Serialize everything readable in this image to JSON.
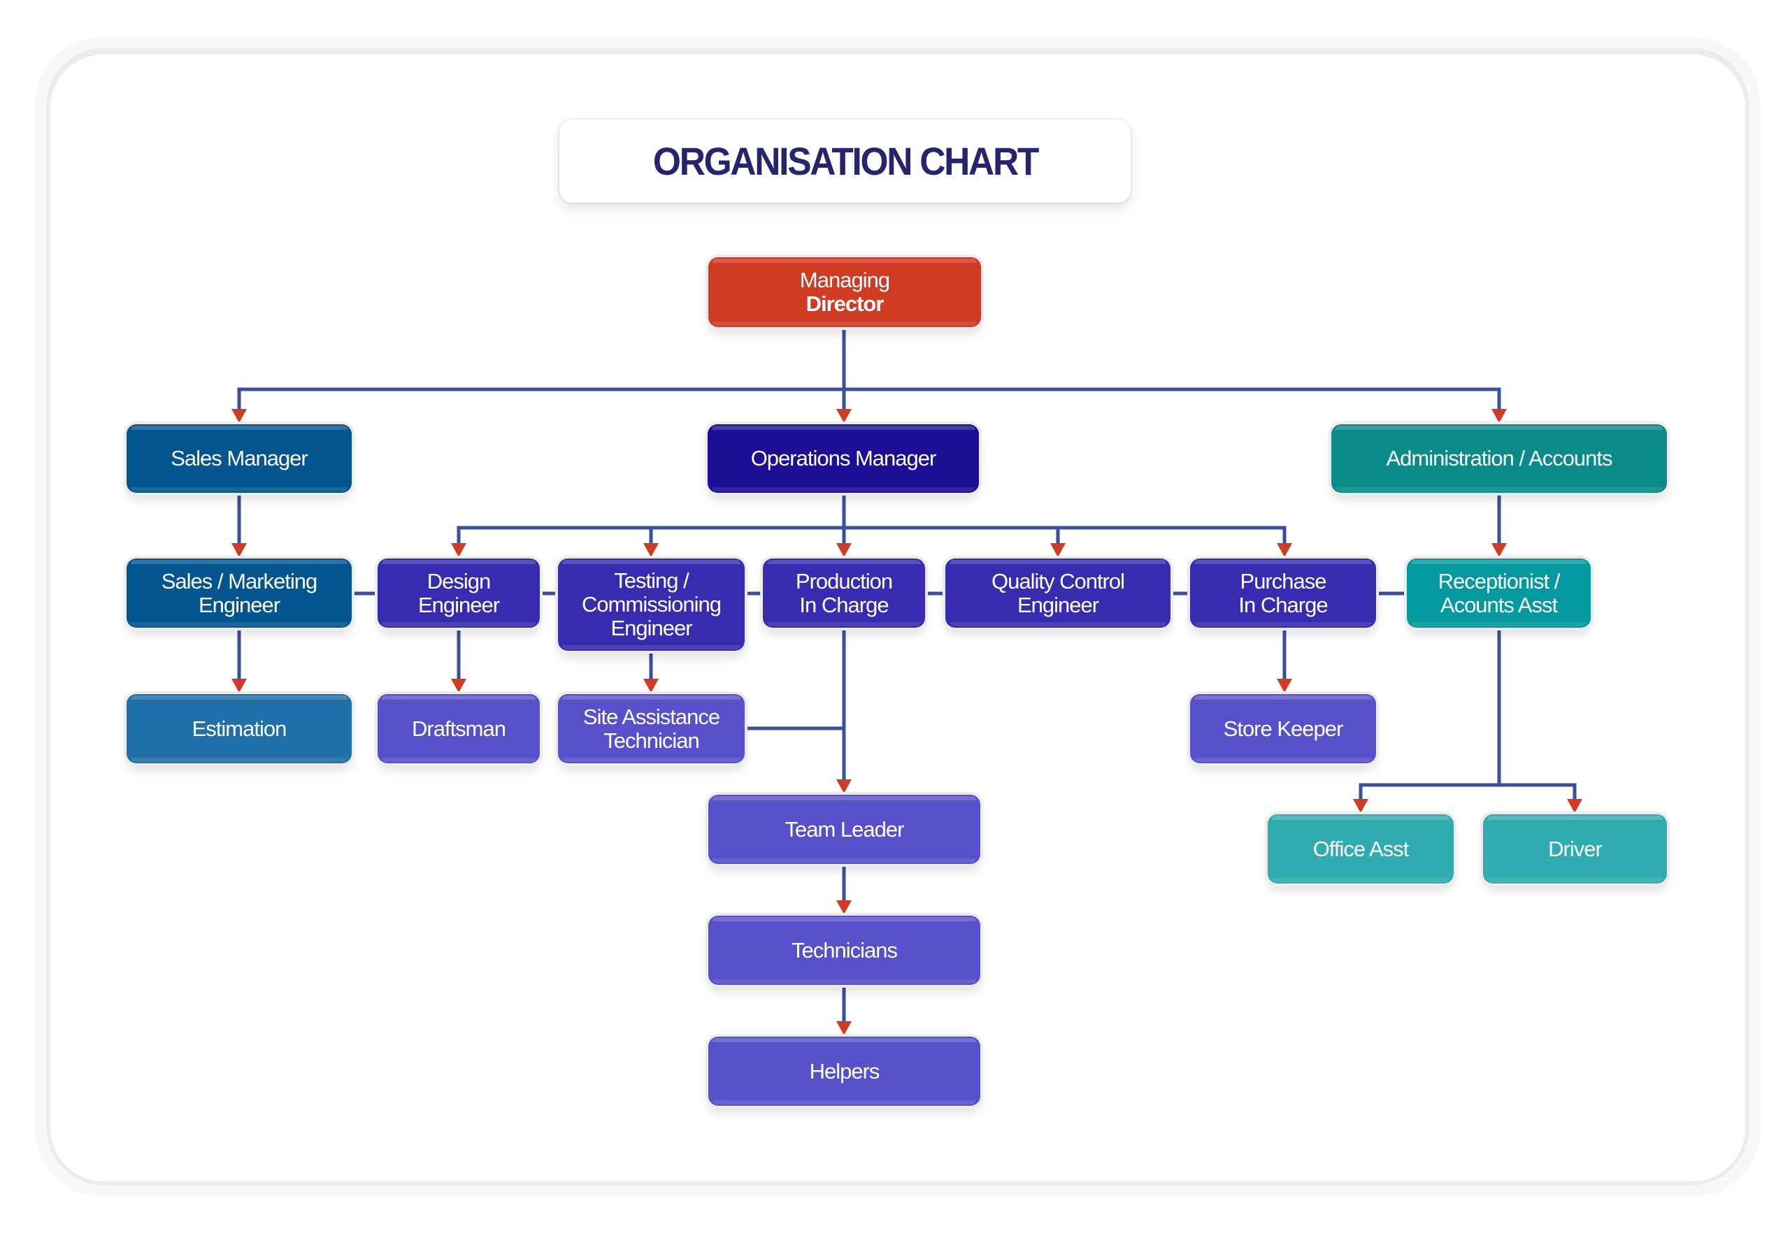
{
  "title": "ORGANISATION CHART",
  "colors": {
    "connector": "#3a4fa0",
    "arrow": "#d03b23",
    "title": "#27246e"
  },
  "nodes": {
    "managing_director": {
      "line1": "Managing",
      "line2": "Director"
    },
    "sales_manager": {
      "label": "Sales Manager"
    },
    "operations_manager": {
      "label": "Operations Manager"
    },
    "administration_accounts": {
      "label": "Administration / Accounts"
    },
    "sales_marketing_engineer": {
      "line1": "Sales / Marketing",
      "line2": "Engineer"
    },
    "design_engineer": {
      "line1": "Design",
      "line2": "Engineer"
    },
    "testing_commissioning_engineer": {
      "line1": "Testing /",
      "line2": "Commissioning",
      "line3": "Engineer"
    },
    "production_in_charge": {
      "line1": "Production",
      "line2": "In Charge"
    },
    "quality_control_engineer": {
      "line1": "Quality Control",
      "line2": "Engineer"
    },
    "purchase_in_charge": {
      "line1": "Purchase",
      "line2": "In Charge"
    },
    "receptionist_accounts_asst": {
      "line1": "Receptionist /",
      "line2": "Acounts Asst"
    },
    "estimation": {
      "label": "Estimation"
    },
    "draftsman": {
      "label": "Draftsman"
    },
    "site_assistance_technician": {
      "line1": "Site Assistance",
      "line2": "Technician"
    },
    "store_keeper": {
      "label": "Store Keeper"
    },
    "team_leader": {
      "label": "Team Leader"
    },
    "technicians": {
      "label": "Technicians"
    },
    "helpers": {
      "label": "Helpers"
    },
    "office_asst": {
      "label": "Office Asst"
    },
    "driver": {
      "label": "Driver"
    }
  },
  "edges": [
    {
      "from": "Managing Director",
      "to": "Sales Manager"
    },
    {
      "from": "Managing Director",
      "to": "Operations Manager"
    },
    {
      "from": "Managing Director",
      "to": "Administration / Accounts"
    },
    {
      "from": "Sales Manager",
      "to": "Sales / Marketing Engineer"
    },
    {
      "from": "Sales / Marketing Engineer",
      "to": "Estimation"
    },
    {
      "from": "Operations Manager",
      "to": "Design Engineer"
    },
    {
      "from": "Operations Manager",
      "to": "Testing / Commissioning Engineer"
    },
    {
      "from": "Operations Manager",
      "to": "Production In Charge"
    },
    {
      "from": "Operations Manager",
      "to": "Quality Control Engineer"
    },
    {
      "from": "Operations Manager",
      "to": "Purchase In Charge"
    },
    {
      "from": "Design Engineer",
      "to": "Draftsman"
    },
    {
      "from": "Testing / Commissioning Engineer",
      "to": "Site Assistance Technician"
    },
    {
      "from": "Production In Charge",
      "to": "Team Leader"
    },
    {
      "from": "Site Assistance Technician",
      "to": "Team Leader"
    },
    {
      "from": "Team Leader",
      "to": "Technicians"
    },
    {
      "from": "Technicians",
      "to": "Helpers"
    },
    {
      "from": "Purchase In Charge",
      "to": "Store Keeper"
    },
    {
      "from": "Administration / Accounts",
      "to": "Receptionist / Acounts Asst"
    },
    {
      "from": "Receptionist / Acounts Asst",
      "to": "Office Asst"
    },
    {
      "from": "Receptionist / Acounts Asst",
      "to": "Driver"
    }
  ]
}
